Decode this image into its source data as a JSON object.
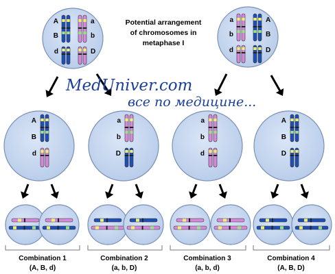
{
  "title_lines": [
    "Potential arrangement",
    "of chromosomes in",
    "metaphase I"
  ],
  "watermark": {
    "line1": "MedUniver.com",
    "line2": "все по медицине..."
  },
  "colors": {
    "cell_fill": "#c4d6f0",
    "cell_stroke": "#7a8fb4",
    "blue_chromosome": "#1f4fb3",
    "pink_chromosome": "#d48ad8",
    "band_yellow": "#f2ef74",
    "band_green": "#9fe08a",
    "arrow": "#000000"
  },
  "top_cell_left": {
    "left_pair": [
      "A",
      "B",
      "d"
    ],
    "right_pair": [
      "a",
      "b",
      "D"
    ]
  },
  "top_cell_right": {
    "left_pair": [
      "a",
      "b",
      "d"
    ],
    "right_pair": [
      "A",
      "B",
      "D"
    ]
  },
  "middle_cells": [
    {
      "labels": [
        "A",
        "B",
        "d"
      ]
    },
    {
      "labels": [
        "a",
        "b",
        "D"
      ]
    },
    {
      "labels": [
        "a",
        "b",
        "d"
      ]
    },
    {
      "labels": [
        "A",
        "B",
        "D"
      ]
    }
  ],
  "combinations": [
    {
      "label": "Combination 1",
      "genes": "(A, B, d)"
    },
    {
      "label": "Combination 2",
      "genes": "(a, b, D)"
    },
    {
      "label": "Combination 3",
      "genes": "(a, b, d)"
    },
    {
      "label": "Combination 4",
      "genes": "(A, B, D)"
    }
  ]
}
